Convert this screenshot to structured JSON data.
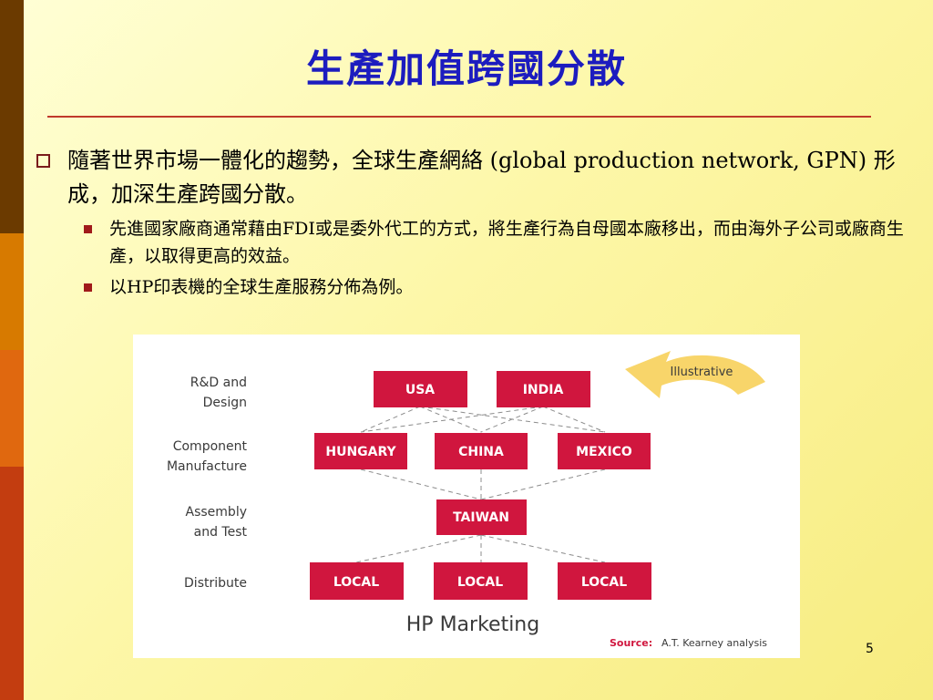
{
  "slide": {
    "title": "生產加值跨國分散",
    "bullet_main": "隨著世界市場一體化的趨勢，全球生產網絡 (global production network, GPN) 形成，加深生產跨國分散。",
    "sub_bullets": [
      "先進國家廠商通常藉由FDI或是委外代工的方式，將生產行為自母國本廠移出，而由海外子公司或廠商生產，以取得更高的效益。",
      "以HP印表機的全球生產服務分佈為例。"
    ],
    "slide_number": "5"
  },
  "diagram": {
    "rows": [
      {
        "label": [
          "R&D and",
          "Design"
        ],
        "nodes": [
          "USA",
          "INDIA"
        ]
      },
      {
        "label": [
          "Component",
          "Manufacture"
        ],
        "nodes": [
          "HUNGARY",
          "CHINA",
          "MEXICO"
        ]
      },
      {
        "label": [
          "Assembly",
          "and Test"
        ],
        "nodes": [
          "TAIWAN"
        ]
      },
      {
        "label": [
          "Distribute"
        ],
        "nodes": [
          "LOCAL",
          "LOCAL",
          "LOCAL"
        ]
      }
    ],
    "callout": "Illustrative",
    "caption": "HP Marketing",
    "source_label": "Source:",
    "source_text": "A.T. Kearney analysis"
  },
  "colors": {
    "title": "#1c1cbf",
    "rule": "#c0392b",
    "node_fill": "#d0163e",
    "node_text": "#ffffff",
    "callout_arrow": "#f8d56a",
    "sidebar": [
      "#6b3a00",
      "#d77a00",
      "#e0680f",
      "#c33d10"
    ]
  }
}
